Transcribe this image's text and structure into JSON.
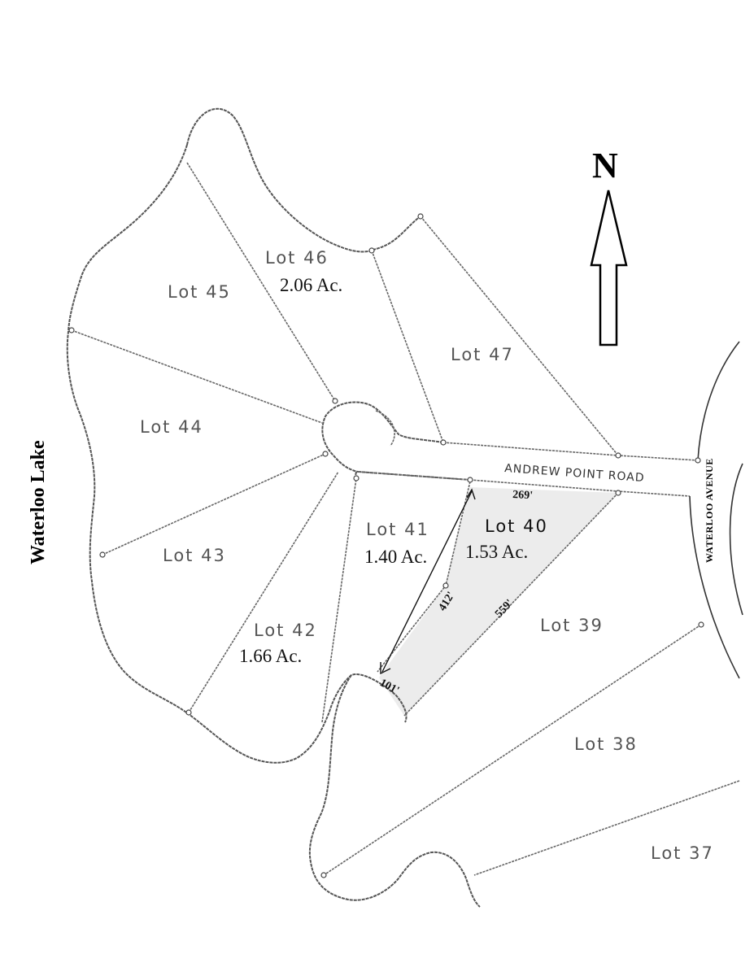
{
  "lake": {
    "name": "Waterloo Lake"
  },
  "roads": {
    "andrew_point": "ANDREW POINT ROAD",
    "waterloo_avenue": "WATERLOO   AVENUE"
  },
  "north": {
    "letter": "N"
  },
  "lots": {
    "lot37": {
      "label": "Lot  37"
    },
    "lot38": {
      "label": "Lot  38"
    },
    "lot39": {
      "label": "Lot  39"
    },
    "lot40": {
      "label": "Lot  40",
      "acres": "1.53 Ac."
    },
    "lot41": {
      "label": "Lot  41",
      "acres": "1.40 Ac."
    },
    "lot42": {
      "label": "Lot  42",
      "acres": "1.66 Ac."
    },
    "lot43": {
      "label": "Lot  43"
    },
    "lot44": {
      "label": "Lot  44"
    },
    "lot45": {
      "label": "Lot  45"
    },
    "lot46": {
      "label": "Lot  46",
      "acres": "2.06 Ac."
    },
    "lot47": {
      "label": "Lot  47"
    }
  },
  "dimensions": {
    "front": "269'",
    "west_side": "412'",
    "east_side": "559'",
    "rear": "101'"
  },
  "colors": {
    "highlight": "#ececec",
    "line": "#666666",
    "text": "#111111"
  }
}
